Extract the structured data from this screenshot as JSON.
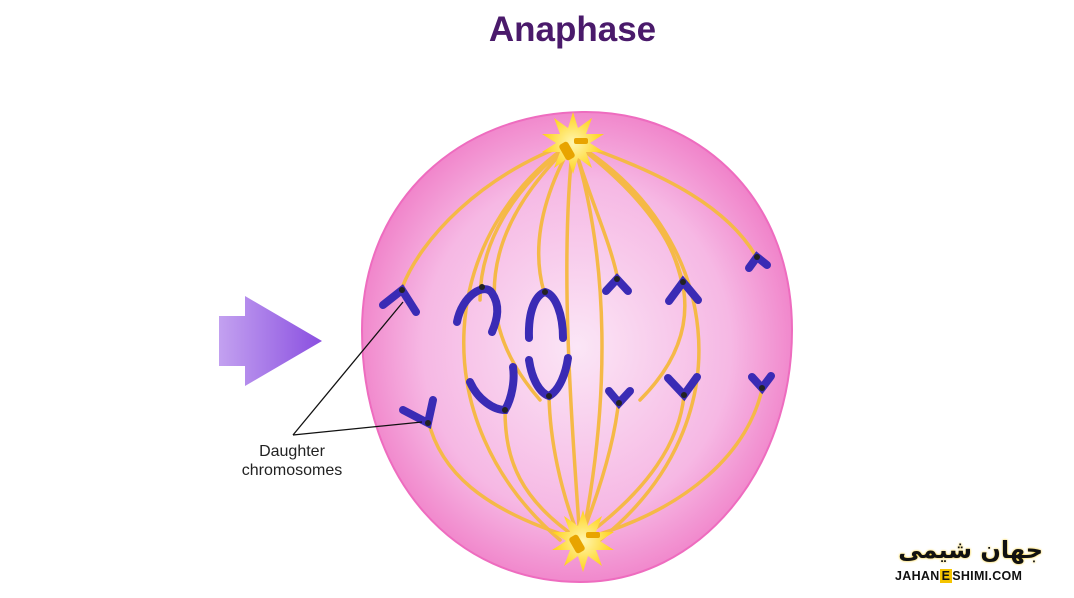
{
  "title": "Anaphase",
  "labels": {
    "daughter_line1": "Daughter",
    "daughter_line2": "chromosomes"
  },
  "logo": {
    "persian_text": "جهان شیمی",
    "en_part1": "JAHAN",
    "en_part2": "E",
    "en_part3": "SHIMI.COM"
  },
  "colors": {
    "title": "#4a1a6b",
    "cell_outer": "#f07ac4",
    "cell_inner": "#f9d7f0",
    "spindle": "#f5b947",
    "chromosome": "#3a2bb5",
    "centrosome": "#ffe033",
    "arrow": "#9b6be0"
  },
  "icons": {
    "arrow": "right-arrow-icon",
    "centrosome": "centrosome-star-icon"
  }
}
